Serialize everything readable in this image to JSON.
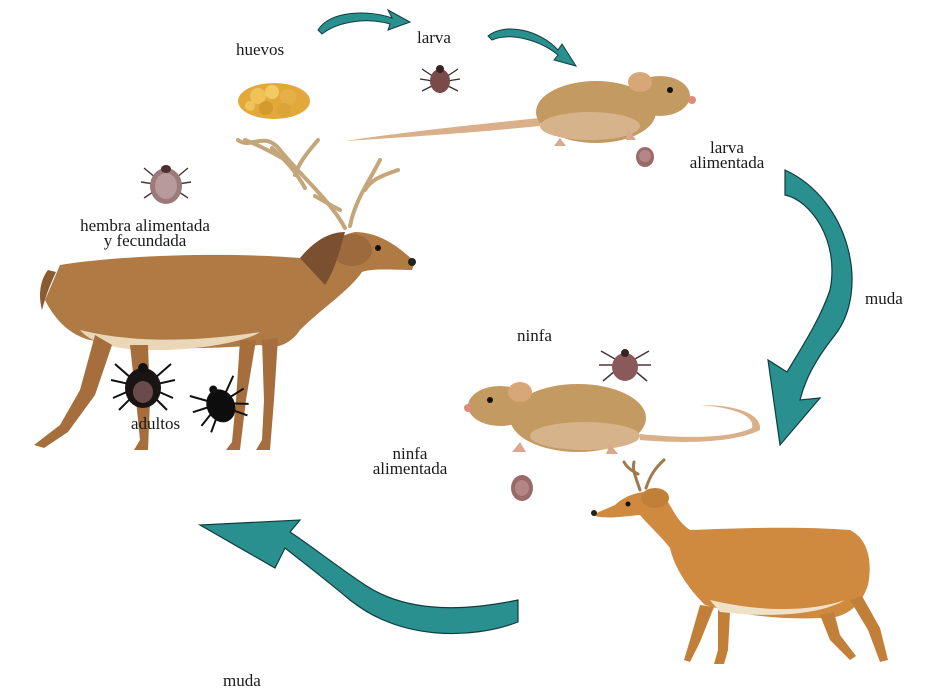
{
  "labels": {
    "huevos": "huevos",
    "larva": "larva",
    "larva_alimentada_1": "larva",
    "larva_alimentada_2": "alimentada",
    "muda_right": "muda",
    "ninfa": "ninfa",
    "ninfa_alimentada_1": "ninfa",
    "ninfa_alimentada_2": "alimentada",
    "hembra_1": "hembra alimentada",
    "hembra_2": "y fecundada",
    "adultos": "adultos",
    "muda_bottom": "muda"
  },
  "colors": {
    "arrow_fill": "#2a8f8f",
    "arrow_stroke": "#0f3d3d",
    "deer_body": "#b07a45",
    "roe_deer_body": "#cf8a3f",
    "mouse_body": "#c49a63",
    "tick_fed": "#8a5a5a",
    "tick_adult": "#111111",
    "eggs": "#e2a93a"
  },
  "icons": [
    "deer-illustration",
    "roe-deer-illustration",
    "mouse-illustration",
    "tick-icon",
    "eggs-icon",
    "cycle-arrow-icon"
  ]
}
